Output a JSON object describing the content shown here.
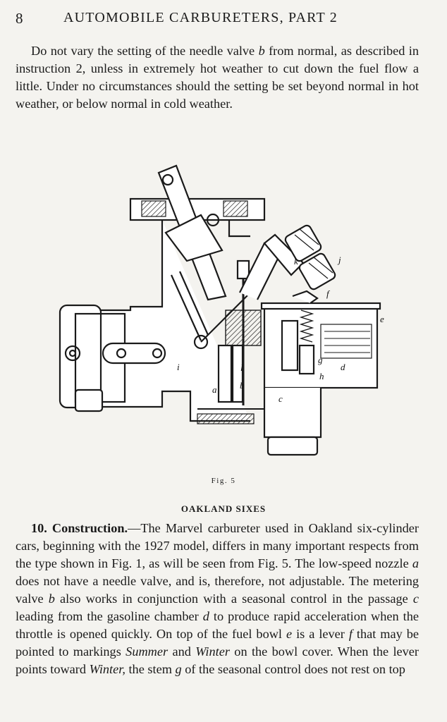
{
  "header": {
    "page_number": "8",
    "title": "AUTOMOBILE CARBURETERS, PART 2"
  },
  "para1": {
    "t1": "Do not vary the setting of the needle valve ",
    "v1": "b",
    "t2": " from normal, as described in instruction 2, unless in extremely hot weather to cut down the fuel flow a little. Under no circumstances should the setting be set beyond normal in hot weather, or below normal in cold weather."
  },
  "figure": {
    "caption": "Fig. 5",
    "labels": {
      "a": "a",
      "b": "b",
      "c": "c",
      "d": "d",
      "e": "e",
      "f": "f",
      "g": "g",
      "h": "h",
      "i": "i",
      "j": "j",
      "k": "k",
      "l": "l"
    }
  },
  "section": {
    "title": "OAKLAND SIXES"
  },
  "para2": {
    "num": "10.",
    "head": "Construction.",
    "t1": "—The Marvel carbureter used in Oakland six-cylinder cars, beginning with the 1927 model, differs in many important respects from the type shown in Fig. 1, as will be seen from Fig. 5. The low-speed nozzle ",
    "v_a": "a",
    "t2": " does not have a needle valve, and is, therefore, not adjustable. The metering valve ",
    "v_b": "b",
    "t3": " also works in conjunction with a seasonal control in the passage ",
    "v_c": "c",
    "t4": " leading from the gasoline chamber ",
    "v_d": "d",
    "t5": " to produce rapid acceleration when the throttle is opened quickly. On top of the fuel bowl ",
    "v_e": "e",
    "t6": " is a lever ",
    "v_f": "f",
    "t7": " that may be pointed to markings ",
    "w_summer": "Summer",
    "t8": " and ",
    "w_winter": "Winter",
    "t9": " on the bowl cover. When the lever points toward ",
    "w_winter2": "Winter,",
    "t10": " the stem ",
    "v_g": "g",
    "t11": " of the seasonal control does not rest on top"
  }
}
